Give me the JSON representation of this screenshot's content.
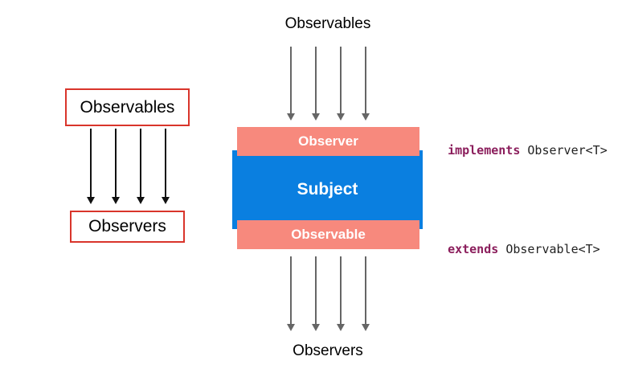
{
  "left": {
    "top_label": "Observables",
    "bottom_label": "Observers"
  },
  "right": {
    "top_label": "Observables",
    "bottom_label": "Observers",
    "observer_bar": "Observer",
    "subject": "Subject",
    "observable_bar": "Observable",
    "implements_kw": "implements",
    "implements_type": "Observer<T>",
    "extends_kw": "extends",
    "extends_type": "Observable<T>"
  },
  "colors": {
    "subject_blue": "#0a7fe0",
    "salmon": "#f7897d",
    "border_red": "#d9352b",
    "keyword": "#8b1e5c"
  }
}
